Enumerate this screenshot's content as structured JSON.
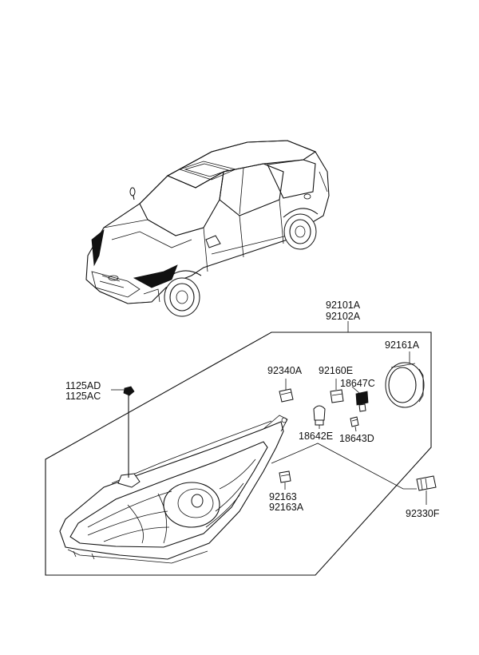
{
  "labels": {
    "assembly_lh": "92101A",
    "assembly_rh": "92102A",
    "screw_a": "1125AD",
    "screw_b": "1125AC",
    "socket_92340a": "92340A",
    "bulb_92160e": "92160E",
    "bulb_18647c": "18647C",
    "cap_92161a": "92161A",
    "bulb_18642e": "18642E",
    "bulb_18643d": "18643D",
    "socket_92163": "92163",
    "socket_92163a": "92163A",
    "connector_92330f": "92330F"
  }
}
